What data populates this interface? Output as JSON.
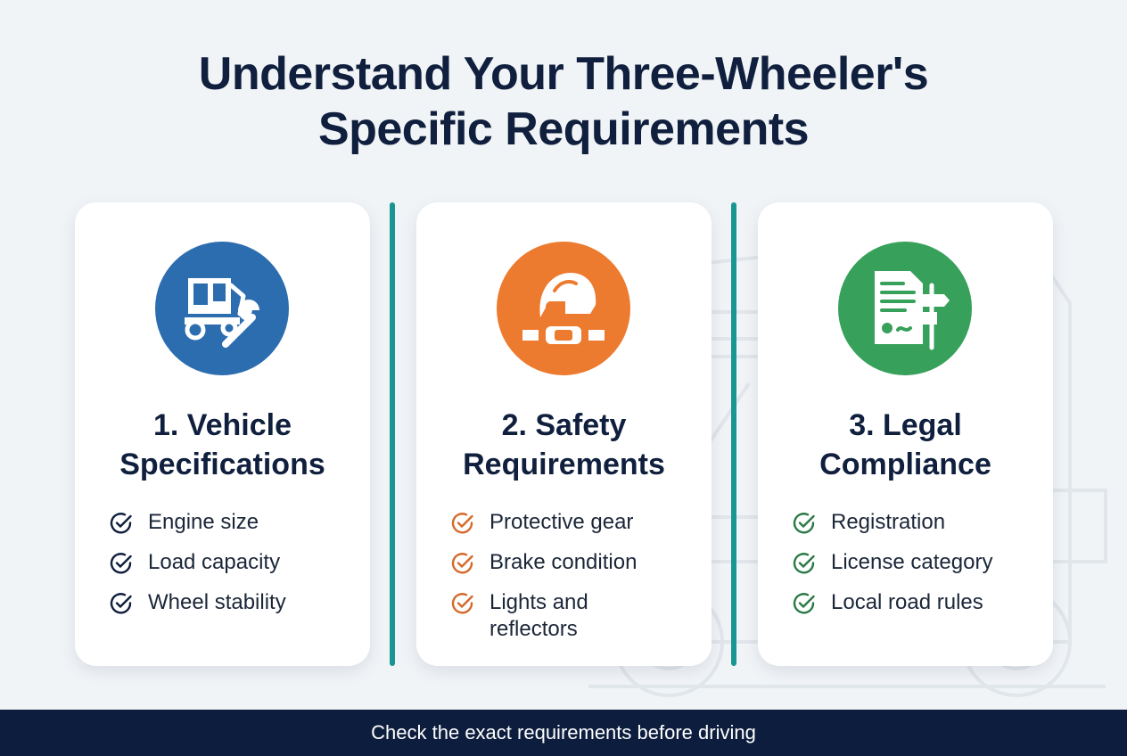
{
  "title": {
    "line1": "Understand Your Three-Wheeler's",
    "line2": "Specific Requirements"
  },
  "colors": {
    "blue": "#2c6db0",
    "orange": "#ed7b2f",
    "green": "#37a05a",
    "teal": "#1a9692",
    "navy": "#0c1d3d"
  },
  "cards": [
    {
      "title_line1": "1. Vehicle",
      "title_line2": "Specifications",
      "icon": "auto-rickshaw-wrench-icon",
      "items": [
        "Engine size",
        "Load capacity",
        "Wheel stability"
      ]
    },
    {
      "title_line1": "2. Safety",
      "title_line2": "Requirements",
      "icon": "helmet-seatbelt-icon",
      "items": [
        "Protective gear",
        "Brake condition",
        "Lights and reflectors"
      ]
    },
    {
      "title_line1": "3. Legal",
      "title_line2": "Compliance",
      "icon": "document-signpost-icon",
      "items": [
        "Registration",
        "License category",
        "Local road rules"
      ]
    }
  ],
  "footer": {
    "text": "Check the exact requirements before driving"
  }
}
